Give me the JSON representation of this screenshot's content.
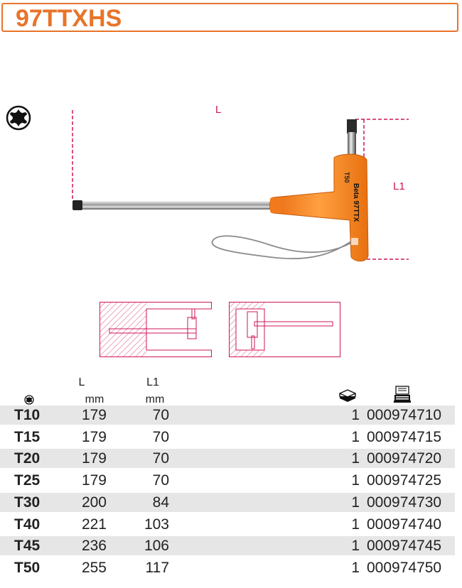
{
  "header": {
    "title": "97TTXHS",
    "accent": "#e8742a"
  },
  "product": {
    "dim_l": "L",
    "dim_l1": "L1",
    "handle_color": "#f47f20",
    "handle_text": "Beta 97TTX",
    "handle_size": "T50",
    "dim_color": "#d0145a"
  },
  "table": {
    "columns": {
      "size_icon": "torx-icon",
      "l_label": "L",
      "l_unit": "mm",
      "l1_label": "L1",
      "l1_unit": "mm",
      "qty_icon": "box-icon",
      "code_icon": "barcode-terminal-icon"
    },
    "rows": [
      {
        "size": "T10",
        "l": "179",
        "l1": "70",
        "qty": "1",
        "code": "000974710"
      },
      {
        "size": "T15",
        "l": "179",
        "l1": "70",
        "qty": "1",
        "code": "000974715"
      },
      {
        "size": "T20",
        "l": "179",
        "l1": "70",
        "qty": "1",
        "code": "000974720"
      },
      {
        "size": "T25",
        "l": "179",
        "l1": "70",
        "qty": "1",
        "code": "000974725"
      },
      {
        "size": "T30",
        "l": "200",
        "l1": "84",
        "qty": "1",
        "code": "000974730"
      },
      {
        "size": "T40",
        "l": "221",
        "l1": "103",
        "qty": "1",
        "code": "000974740"
      },
      {
        "size": "T45",
        "l": "236",
        "l1": "106",
        "qty": "1",
        "code": "000974745"
      },
      {
        "size": "T50",
        "l": "255",
        "l1": "117",
        "qty": "1",
        "code": "000974750"
      }
    ],
    "shade_color": "#e6e6e6"
  }
}
